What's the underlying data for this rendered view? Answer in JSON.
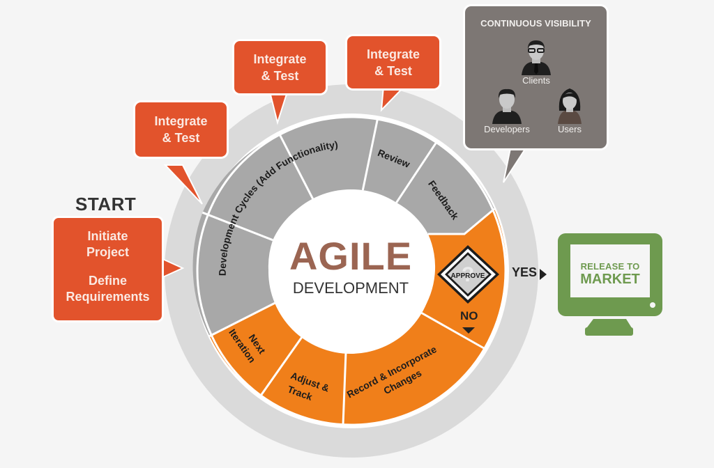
{
  "colors": {
    "background": "#f5f5f5",
    "bubble_orange": "#e2532c",
    "segment_orange": "#f07f1a",
    "segment_gray": "#a8a8a8",
    "outer_ring": "#dadada",
    "center_fill": "#ffffff",
    "title_brown": "#9b6552",
    "visibility_gray": "#7d7774",
    "release_green": "#6e9a4f"
  },
  "start": {
    "label": "START",
    "lines_group1": [
      "Initiate",
      "Project"
    ],
    "lines_group2": [
      "Define",
      "Requirements"
    ]
  },
  "integrate_bubbles": [
    {
      "line1": "Integrate",
      "line2": "& Test"
    },
    {
      "line1": "Integrate",
      "line2": "& Test"
    },
    {
      "line1": "Integrate",
      "line2": "& Test"
    }
  ],
  "center": {
    "title": "AGILE",
    "subtitle": "DEVELOPMENT"
  },
  "wheel_segments": [
    {
      "label": "Development Cycles (Add Functionality)",
      "color": "gray"
    },
    {
      "label": "Review",
      "color": "gray"
    },
    {
      "label": "Feedback",
      "color": "gray"
    },
    {
      "label": "APPROVE",
      "color": "orange"
    },
    {
      "label": "Record & Incorporate Changes",
      "color": "orange"
    },
    {
      "label": "Adjust & Track",
      "color": "orange"
    },
    {
      "label": "Next Iteration",
      "color": "orange"
    }
  ],
  "segment_text": {
    "dev_cycles": "Development Cycles (Add Functionality)",
    "review": "Review",
    "feedback": "Feedback",
    "approve": "APPROVE",
    "record_l1": "Record & Incorporate",
    "record_l2": "Changes",
    "adjust_l1": "Adjust &",
    "adjust_l2": "Track",
    "next_l1": "Next",
    "next_l2": "Iteration"
  },
  "decision": {
    "yes": "YES",
    "no": "NO"
  },
  "visibility": {
    "title": "CONTINUOUS VISIBILITY",
    "people": [
      {
        "label": "Clients",
        "icon": "client-icon"
      },
      {
        "label": "Developers",
        "icon": "developer-icon"
      },
      {
        "label": "Users",
        "icon": "user-icon"
      }
    ]
  },
  "release": {
    "line1": "RELEASE TO",
    "line2": "MARKET",
    "icon": "monitor-icon"
  }
}
